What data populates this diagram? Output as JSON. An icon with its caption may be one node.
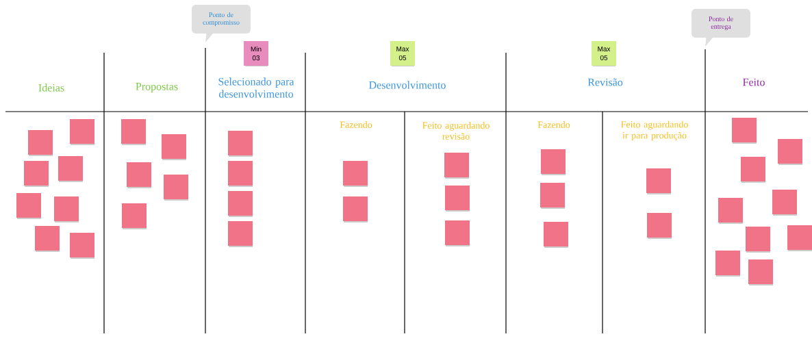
{
  "diagram": {
    "nodes": [
      {
        "text": [
          "Ponto de compromisso"
        ]
      },
      {
        "text": [
          "Ponto de entrega"
        ]
      },
      {
        "text": [
          "Min 03"
        ]
      },
      {
        "text": [
          "Max 05"
        ]
      },
      {
        "text": [
          "Max 05"
        ]
      },
      {
        "text": [],
        "shape": "box"
      },
      {
        "text": [],
        "shape": "box"
      },
      {
        "text": [],
        "shape": "box"
      },
      {
        "text": [],
        "shape": "box"
      },
      {
        "text": [],
        "shape": "box"
      },
      {
        "text": [],
        "shape": "box"
      },
      {
        "text": [],
        "shape": "box"
      },
      {
        "text": [],
        "shape": "box"
      },
      {
        "text": [],
        "shape": "box"
      },
      {
        "text": [],
        "shape": "box"
      },
      {
        "text": [],
        "shape": "box"
      },
      {
        "text": [],
        "shape": "box"
      },
      {
        "text": [],
        "shape": "box"
      },
      {
        "text": [],
        "shape": "box"
      },
      {
        "text": [],
        "shape": "box"
      },
      {
        "text": [],
        "shape": "box"
      },
      {
        "text": [],
        "shape": "box"
      },
      {
        "text": [],
        "shape": "box"
      },
      {
        "text": [],
        "shape": "box"
      },
      {
        "text": [],
        "shape": "box"
      },
      {
        "text": [],
        "shape": "box"
      },
      {
        "text": [],
        "shape": "box"
      },
      {
        "text": [],
        "shape": "box"
      },
      {
        "text": [],
        "shape": "box"
      },
      {
        "text": [],
        "shape": "box"
      },
      {
        "text": [],
        "shape": "box"
      },
      {
        "text": [],
        "shape": "box"
      },
      {
        "text": [],
        "shape": "box"
      },
      {
        "text": [],
        "shape": "box"
      },
      {
        "text": [],
        "shape": "box"
      },
      {
        "text": [],
        "shape": "box"
      },
      {
        "text": [],
        "shape": "box"
      },
      {
        "text": [],
        "shape": "box"
      },
      {
        "text": [],
        "shape": "box"
      },
      {
        "text": [],
        "shape": "box"
      },
      {
        "text": [],
        "shape": "box"
      }
    ],
    "labels": [
      "Ideias",
      "Propostas",
      "Selecionado para desenvolvimento",
      "Desenvolvimento",
      "Revisão",
      "Feito",
      "Fazendo",
      "Feito aguardando revisão",
      "Fazendo",
      "Feito aguardando ir para produção"
    ]
  }
}
